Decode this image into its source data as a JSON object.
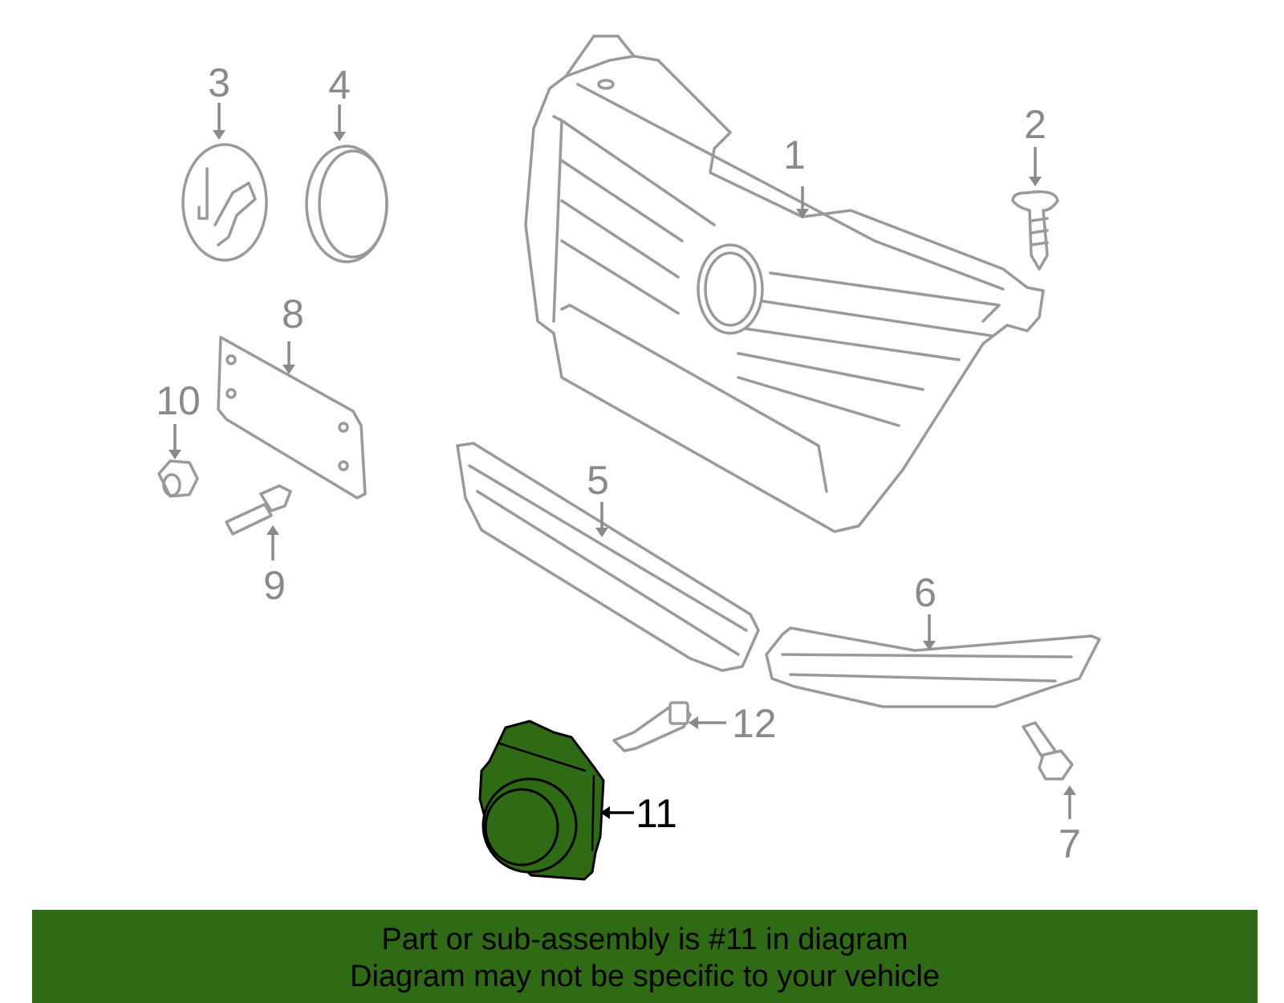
{
  "callouts": {
    "c1": "1",
    "c2": "2",
    "c3": "3",
    "c4": "4",
    "c5": "5",
    "c6": "6",
    "c7": "7",
    "c8": "8",
    "c9": "9",
    "c10": "10",
    "c11": "11",
    "c12": "12"
  },
  "highlighted_part": "11",
  "colors": {
    "highlight_fill": "#2e6b14",
    "part_stroke": "#9a9a9a",
    "banner_bg": "#2e6b14"
  },
  "banner": {
    "line1": "Part or sub-assembly is #11 in diagram",
    "line2": "Diagram may not be specific to your vehicle"
  }
}
